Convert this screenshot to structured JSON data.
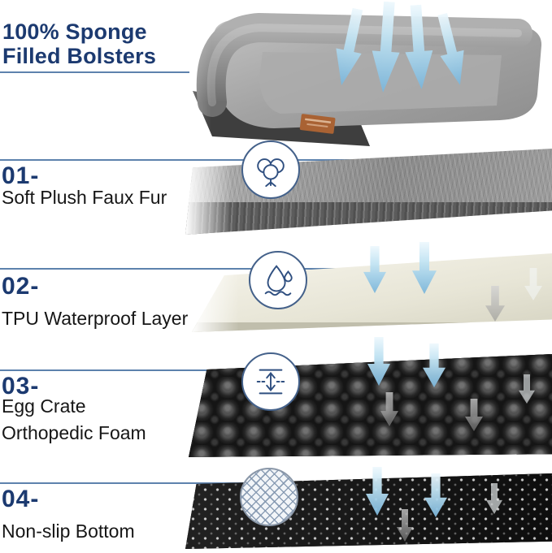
{
  "colors": {
    "heading_navy": "#1c3a70",
    "rule_blue": "#5d82ad",
    "body_text": "#161616",
    "arrow_blue_light": "#eef8fd",
    "arrow_blue_dark": "#7ab5da",
    "tag_orange": "#a96233"
  },
  "header": {
    "line1": "100% Sponge",
    "line2": "Filled Bolsters"
  },
  "sections": [
    {
      "number": "01-",
      "label": "Soft Plush Faux Fur",
      "icon": "cotton-icon"
    },
    {
      "number": "02-",
      "label": "TPU Waterproof Layer",
      "icon": "waterproof-drop-icon"
    },
    {
      "number": "03-",
      "label": "Egg Crate",
      "label2": "Orthopedic Foam",
      "icon": "foam-rebound-icon"
    },
    {
      "number": "04-",
      "label": "Non-slip Bottom",
      "icon": "diamond-texture-icon"
    }
  ],
  "photos": [
    {
      "name": "bolster-bed-photo"
    },
    {
      "name": "faux-fur-photo"
    },
    {
      "name": "tpu-layer-photo"
    },
    {
      "name": "egg-crate-foam-photo"
    },
    {
      "name": "non-slip-bottom-photo"
    }
  ]
}
